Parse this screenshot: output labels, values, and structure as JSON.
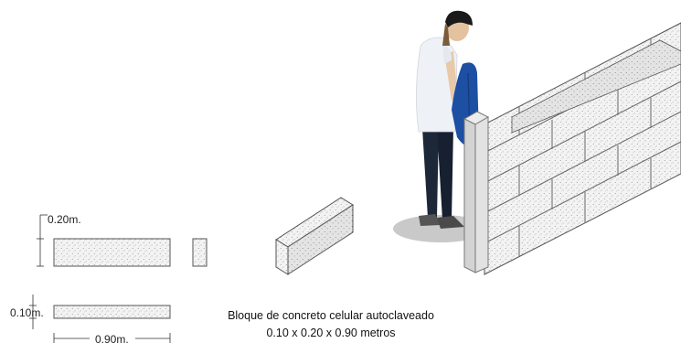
{
  "dimensions": {
    "height_label": "0.20m.",
    "thickness_label": "0.10m.",
    "length_label": "0.90m."
  },
  "caption": {
    "line1": "Bloque de concreto celular autoclaveado",
    "line2": "0.10 x 0.20 x 0.90 metros"
  },
  "colors": {
    "block_fill": "#f1f1f1",
    "block_outline": "#555555",
    "shirt": "#eaeff4",
    "jeans": "#1c2737",
    "cloth": "#1d4fa3",
    "post": "#d9d9d9",
    "shadow": "#c8c8c8"
  }
}
